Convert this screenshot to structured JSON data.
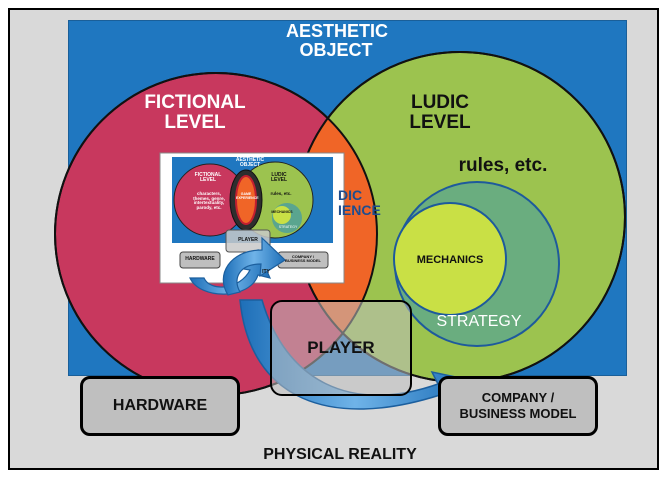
{
  "title": "AESTHETIC\nOBJECT",
  "fictional_level": "FICTIONAL\nLEVEL",
  "ludic_level": "LUDIC\nLEVEL",
  "rules": "rules, etc.",
  "overlap_fragment": "DIC\nIENCE",
  "mechanics": "MECHANICS",
  "strategy": "STRATEGY",
  "player": "PLAYER",
  "hardware": "HARDWARE",
  "company": "COMPANY /\nBUSINESS MODEL",
  "physical_reality": "PHYSICAL REALITY",
  "thumb": {
    "title": "AESTHETIC\nOBJECT",
    "fictional": "FICTIONAL\nLEVEL",
    "fictional_items": "characters,\nthemes, genre,\nintertextuality,\nparody, etc.",
    "ludic": "LUDIC\nLEVEL",
    "rules": "rules, etc.",
    "mechanics": "MECHANICS",
    "strategy": "STRATEGY",
    "game_experience": "GAME\nEXPERIENCE",
    "player": "PLAYER",
    "hardware": "HARDWARE",
    "company": "COMPANY /\nBUSINESS MODEL",
    "reality": "ITY"
  },
  "colors": {
    "background": "#d9d9d9",
    "aesthetic_object": "#1f77c0",
    "fictional_circle": "#c8385e",
    "ludic_circle": "#9cc34f",
    "overlap": "#f06527",
    "mechanics": "#c9e045",
    "arrows": "#2a7fc9"
  }
}
